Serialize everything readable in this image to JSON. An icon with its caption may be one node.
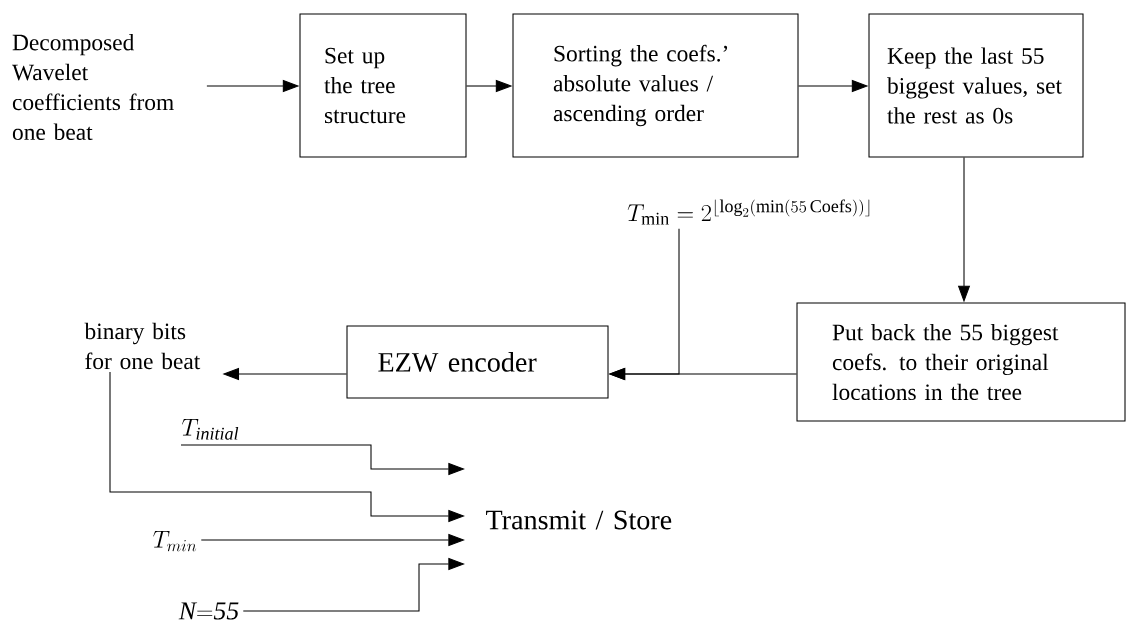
{
  "diagram": {
    "nodes": [
      {
        "text": [
          "Decomposed Wavelet coefficients from one beat"
        ]
      },
      {
        "text": [
          "Set up the tree structure"
        ]
      },
      {
        "text": [
          "Sorting the coefs.’ absolute values / ascending order"
        ]
      },
      {
        "text": [
          "Keep the last 55 biggest values, set the rest as 0s"
        ]
      },
      {
        "text": [
          "T_{\\min} = 2^{\\lfloor \\log_2(\\min(55\\,\\mathrm{Coefs}))\\rfloor}"
        ]
      },
      {
        "text": [
          "Put back the 55 biggest coefs. to their original locations in the tree"
        ]
      },
      {
        "text": [
          "binary bits for one beat"
        ]
      },
      {
        "text": [
          "EZW encoder"
        ]
      },
      {
        "text": [
          "T_{\\mathit{initial}}"
        ]
      },
      {
        "text": [
          "Transmit / Store"
        ]
      },
      {
        "text": [
          "T_{min}"
        ]
      },
      {
        "text": [
          "\\mathit{N{=}55}"
        ]
      }
    ],
    "edges": [
      {
        "from": 0,
        "to": 1,
        "arrow": "to"
      },
      {
        "from": 1,
        "to": 2,
        "arrow": "to"
      },
      {
        "from": 2,
        "to": 3,
        "arrow": "to"
      },
      {
        "from": 3,
        "to": 5,
        "arrow": "to"
      },
      {
        "from": 5,
        "to": 7,
        "arrow": "to"
      },
      {
        "from": 4,
        "to": 7,
        "arrow": "to"
      },
      {
        "from": 7,
        "to": 6,
        "arrow": "to"
      },
      {
        "from": 6,
        "to": 9,
        "arrow": "to"
      },
      {
        "from": 8,
        "to": 9,
        "arrow": "to"
      },
      {
        "from": 10,
        "to": 9,
        "arrow": "to"
      },
      {
        "from": 11,
        "to": 9,
        "arrow": "to"
      }
    ]
  }
}
